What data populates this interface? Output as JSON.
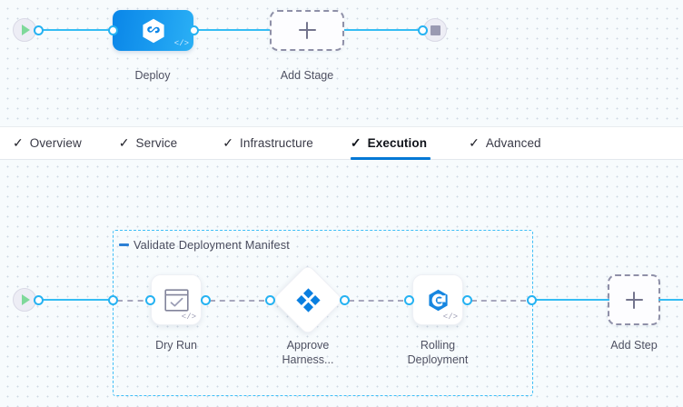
{
  "stage_canvas": {
    "start_node": {
      "name": "pipeline-start",
      "icon": "play-icon"
    },
    "end_node": {
      "name": "pipeline-end",
      "icon": "stop-icon"
    },
    "deploy_stage": {
      "label": "Deploy",
      "icon": "harness-logo-icon",
      "code_glyph": "</>"
    },
    "add_stage": {
      "label": "Add Stage",
      "icon": "plus-icon"
    }
  },
  "tabs": [
    {
      "label": "Overview",
      "check": "✓",
      "active": false
    },
    {
      "label": "Service",
      "check": "✓",
      "active": false
    },
    {
      "label": "Infrastructure",
      "check": "✓",
      "active": false
    },
    {
      "label": "Execution",
      "check": "✓",
      "active": true
    },
    {
      "label": "Advanced",
      "check": "✓",
      "active": false
    }
  ],
  "execution_canvas": {
    "start_node": {
      "name": "execution-start",
      "icon": "play-icon"
    },
    "group": {
      "title": "Validate Deployment Manifest",
      "collapse_icon": "minus-icon"
    },
    "steps": [
      {
        "label": "Dry Run",
        "icon": "dry-run-check-icon",
        "code_glyph": "</>"
      },
      {
        "label": "Approve\nHarness...",
        "icon": "harness-approval-diamond-icon"
      },
      {
        "label": "Rolling\nDeployment",
        "icon": "rolling-deployment-icon",
        "code_glyph": "</>"
      }
    ],
    "add_step": {
      "label": "Add Step",
      "icon": "plus-icon"
    }
  },
  "colors": {
    "accent_blue": "#0278d5",
    "connector_blue": "#35bdf4",
    "group_border": "#3fbef7",
    "node_blue": "#0a86e8",
    "dashed_gray": "#a7a7bd",
    "canvas_bg": "#f7fbfd"
  }
}
